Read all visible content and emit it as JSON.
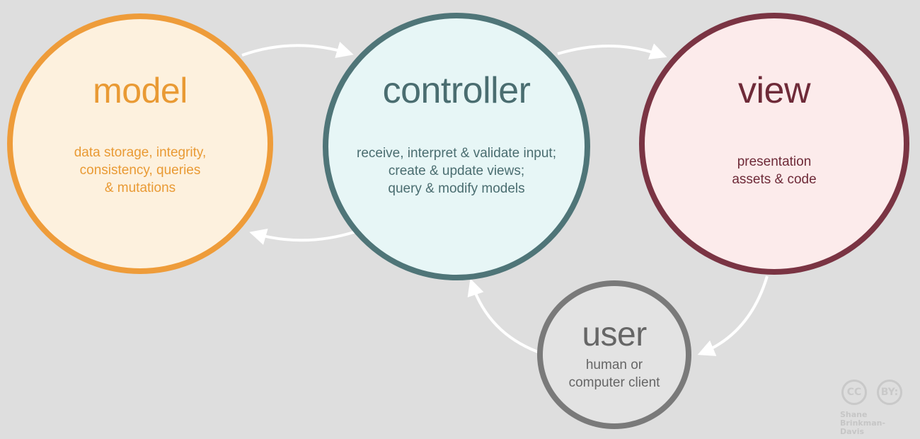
{
  "nodes": {
    "model": {
      "title": "model",
      "description": "data storage, integrity,\nconsistency, queries\n& mutations",
      "border_color": "#ee9c3a",
      "fill_color": "#fdf1de",
      "text_color": "#e99a34"
    },
    "controller": {
      "title": "controller",
      "description": "receive, interpret & validate input;\ncreate & update views;\nquery & modify models",
      "border_color": "#4f7578",
      "fill_color": "#e7f6f6",
      "text_color": "#4a6d70"
    },
    "view": {
      "title": "view",
      "description": "presentation\nassets & code",
      "border_color": "#7a3443",
      "fill_color": "#fcebeb",
      "text_color": "#6e2a38"
    },
    "user": {
      "title": "user",
      "description": "human or\ncomputer client",
      "border_color": "#7a7a7a",
      "fill_color": "#e3e3e3",
      "text_color": "#666666"
    }
  },
  "edges": [
    {
      "from": "model",
      "to": "controller"
    },
    {
      "from": "controller",
      "to": "model"
    },
    {
      "from": "controller",
      "to": "view"
    },
    {
      "from": "view",
      "to": "user"
    },
    {
      "from": "user",
      "to": "controller"
    }
  ],
  "license": {
    "cc_label": "CC",
    "by_label": "BY:",
    "attribution": "Shane\nBrinkman-Davis",
    "icon": "creative-commons-by-icon"
  },
  "colors": {
    "background": "#dedede",
    "arrow": "#ffffff"
  }
}
